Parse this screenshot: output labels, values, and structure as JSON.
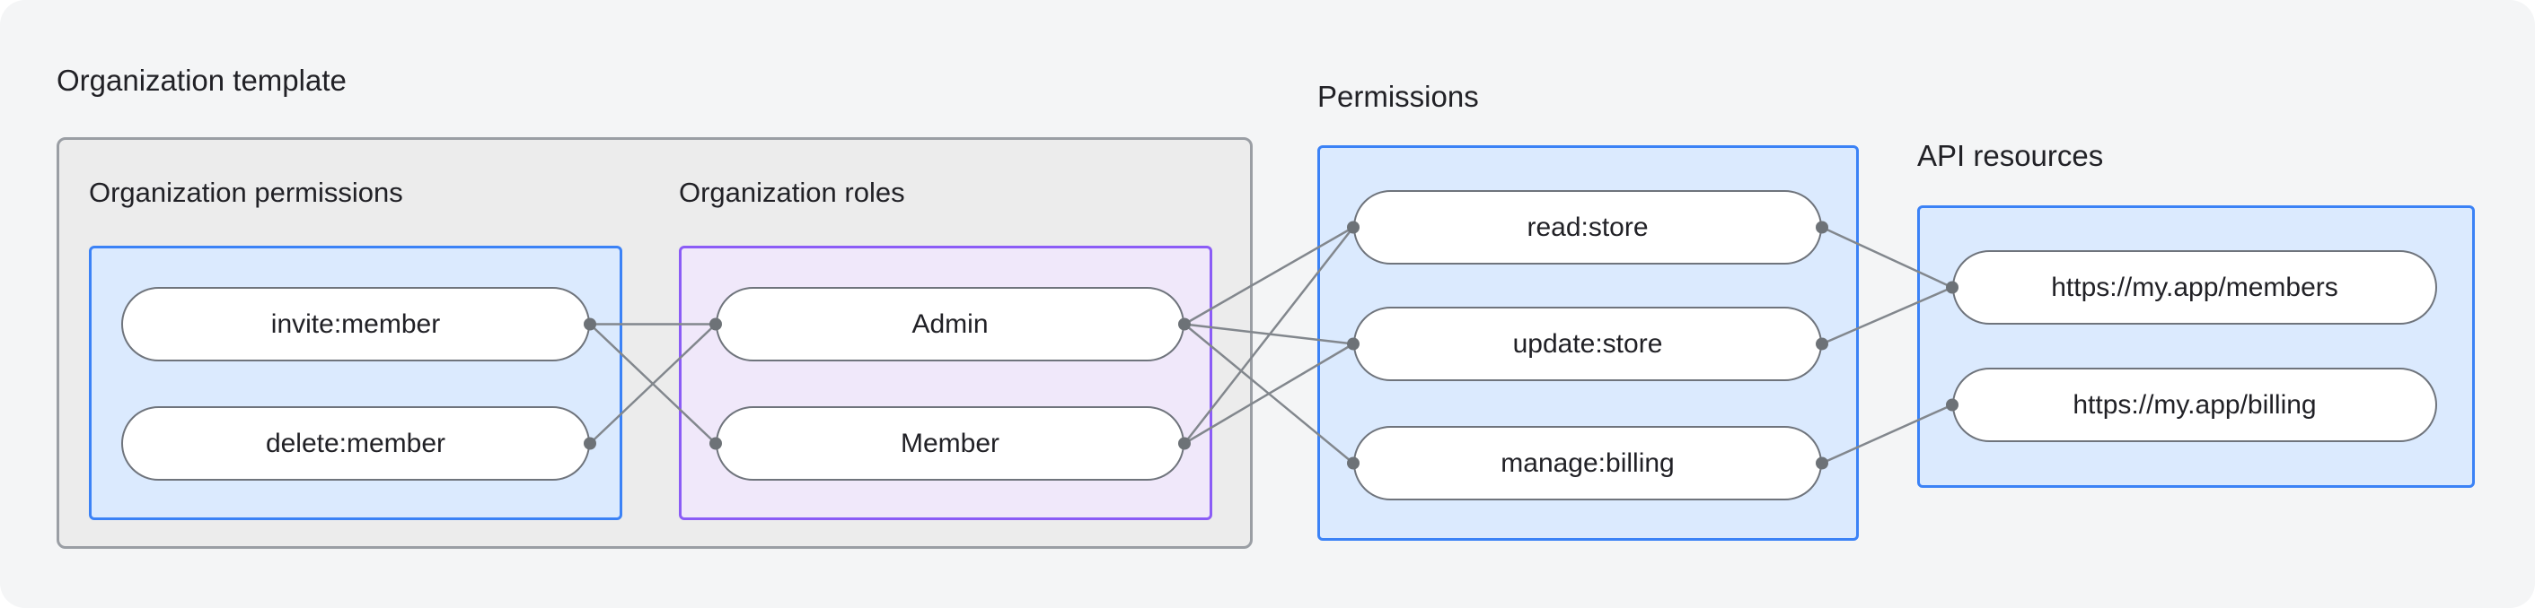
{
  "diagram": {
    "org_template": {
      "label": "Organization template",
      "org_permissions": {
        "label": "Organization permissions",
        "items": [
          {
            "label": "invite:member"
          },
          {
            "label": "delete:member"
          }
        ]
      },
      "org_roles": {
        "label": "Organization roles",
        "items": [
          {
            "label": "Admin"
          },
          {
            "label": "Member"
          }
        ]
      }
    },
    "permissions": {
      "label": "Permissions",
      "items": [
        {
          "label": "read:store"
        },
        {
          "label": "update:store"
        },
        {
          "label": "manage:billing"
        }
      ]
    },
    "api_resources": {
      "label": "API resources",
      "items": [
        {
          "label": "https://my.app/members"
        },
        {
          "label": "https://my.app/billing"
        }
      ]
    },
    "edges": [
      {
        "from": "invite:member",
        "to": "Admin"
      },
      {
        "from": "invite:member",
        "to": "Member"
      },
      {
        "from": "delete:member",
        "to": "Admin"
      },
      {
        "from": "Admin",
        "to": "read:store"
      },
      {
        "from": "Admin",
        "to": "update:store"
      },
      {
        "from": "Admin",
        "to": "manage:billing"
      },
      {
        "from": "Member",
        "to": "read:store"
      },
      {
        "from": "Member",
        "to": "update:store"
      },
      {
        "from": "read:store",
        "to": "https://my.app/members"
      },
      {
        "from": "update:store",
        "to": "https://my.app/members"
      },
      {
        "from": "manage:billing",
        "to": "https://my.app/billing"
      }
    ],
    "colors": {
      "page_bg": "#f4f5f6",
      "gray_fill": "#ececec",
      "gray_border": "#9a9ea4",
      "blue_fill": "#dbeafe",
      "blue_border": "#3b82f6",
      "purple_fill": "#f0e8fa",
      "purple_border": "#8b5cf6",
      "pill_border": "#6f747c",
      "line": "#82878d",
      "dot": "#6d7277"
    }
  }
}
